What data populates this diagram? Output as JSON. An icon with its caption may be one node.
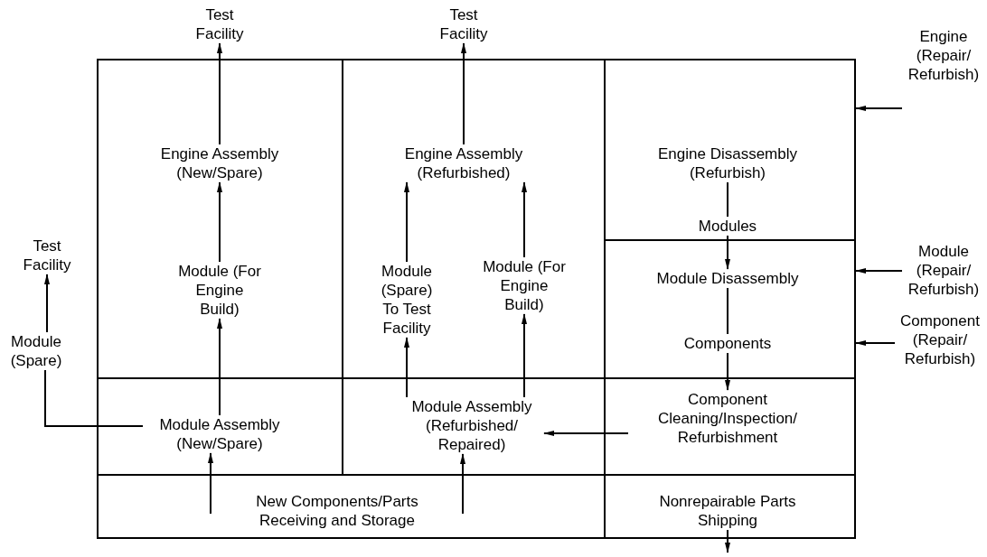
{
  "diagram": {
    "nodes": [
      {
        "text": [
          "Test Facility"
        ]
      },
      {
        "text": [
          "Test Facility"
        ]
      },
      {
        "text": [
          "Engine (Repair/ Refurbish)"
        ]
      },
      {
        "text": [],
        "shape": "box"
      },
      {
        "text": [
          "Engine Assembly (New/Spare)"
        ],
        "in": 3
      },
      {
        "text": [
          "Module (For Engine Build)"
        ],
        "in": 3
      },
      {
        "text": [],
        "shape": "box"
      },
      {
        "text": [
          "Engine Assembly (Refurbished)"
        ],
        "in": 6
      },
      {
        "text": [
          "Module (Spare) To Test Facility"
        ],
        "in": 6
      },
      {
        "text": [
          "Module (For Engine Build)"
        ],
        "in": 6
      },
      {
        "text": [],
        "shape": "box"
      },
      {
        "text": [
          "Engine Disassembly (Refurbish)"
        ],
        "in": 10
      },
      {
        "text": [
          "Modules"
        ],
        "in": 10
      },
      {
        "text": [
          "Test Facility"
        ]
      },
      {
        "text": [
          "Module (Repair/ Refurbish)"
        ]
      },
      {
        "text": [],
        "shape": "box"
      },
      {
        "text": [
          "Module Disassembly"
        ],
        "in": 15
      },
      {
        "text": [
          "Components"
        ],
        "in": 15
      },
      {
        "text": [
          "Component (Repair/ Refurbish)"
        ]
      },
      {
        "text": [
          "Module (Spare)"
        ]
      },
      {
        "text": [],
        "shape": "box"
      },
      {
        "text": [
          "Module Assembly (New/Spare)"
        ],
        "in": 20
      },
      {
        "text": [],
        "shape": "box"
      },
      {
        "text": [
          "Module Assembly (Refurbished/ Repaired)"
        ],
        "in": 22
      },
      {
        "text": [],
        "shape": "box"
      },
      {
        "text": [
          "Component Cleaning/Inspection/ Refurbishment"
        ],
        "in": 24
      },
      {
        "text": [],
        "shape": "box"
      },
      {
        "text": [
          "New Components/Parts Receiving and Storage"
        ],
        "in": 26
      },
      {
        "text": [],
        "shape": "box"
      },
      {
        "text": [
          "Nonrepairable Parts Shipping"
        ],
        "in": 28
      }
    ],
    "edges": [
      {
        "from": 4,
        "to": 0,
        "arrow": "to"
      },
      {
        "from": 5,
        "to": 4,
        "arrow": "to"
      },
      {
        "from": 21,
        "to": 5,
        "arrow": "to"
      },
      {
        "from": 27,
        "to": 21,
        "arrow": "to"
      },
      {
        "from": 21,
        "to": 19,
        "arrow": "none"
      },
      {
        "from": 19,
        "to": 13,
        "arrow": "to"
      },
      {
        "from": 7,
        "to": 1,
        "arrow": "to"
      },
      {
        "from": 8,
        "to": 7,
        "arrow": "to"
      },
      {
        "from": 9,
        "to": 7,
        "arrow": "to"
      },
      {
        "from": 23,
        "to": 8,
        "arrow": "to"
      },
      {
        "from": 23,
        "to": 9,
        "arrow": "to"
      },
      {
        "from": 27,
        "to": 23,
        "arrow": "to"
      },
      {
        "from": 2,
        "to": 10,
        "arrow": "to"
      },
      {
        "from": 14,
        "to": 15,
        "arrow": "to"
      },
      {
        "from": 18,
        "to": 15,
        "arrow": "to"
      },
      {
        "from": 11,
        "to": 12,
        "arrow": "none"
      },
      {
        "from": 12,
        "to": 16,
        "arrow": "to"
      },
      {
        "from": 16,
        "to": 17,
        "arrow": "none"
      },
      {
        "from": 17,
        "to": 25,
        "arrow": "to"
      },
      {
        "from": 25,
        "to": 23,
        "arrow": "to"
      },
      {
        "from": 29,
        "to": null,
        "arrow": "to"
      }
    ]
  }
}
